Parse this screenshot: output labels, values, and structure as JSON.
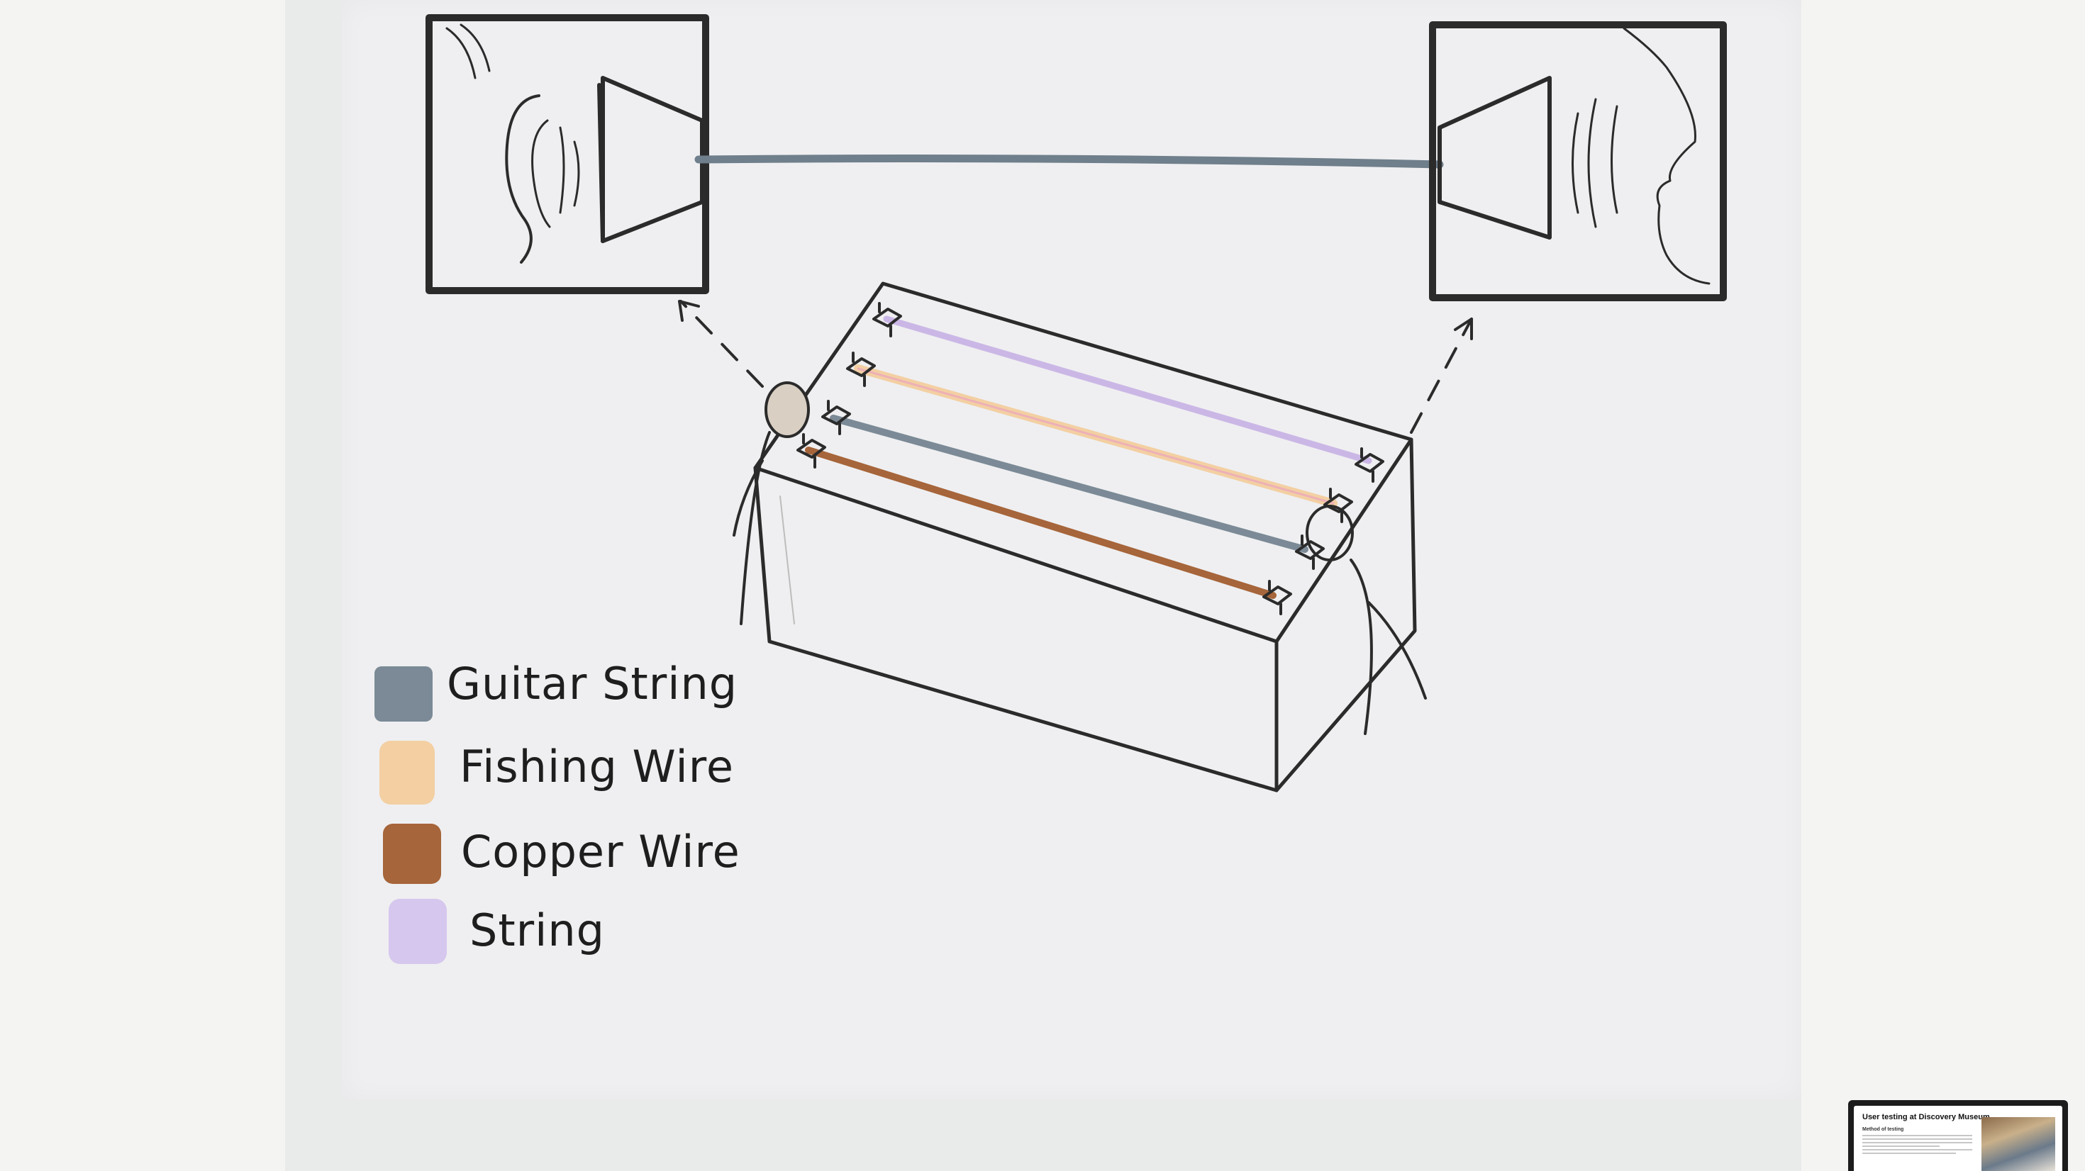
{
  "legend": {
    "items": [
      {
        "label": "Guitar String",
        "color": "#7b8a96"
      },
      {
        "label": "Fishing Wire",
        "color": "#f3cfa2"
      },
      {
        "label": "Copper Wire",
        "color": "#a6653a"
      },
      {
        "label": "String",
        "color": "#d6c7ee"
      }
    ]
  },
  "colors": {
    "ink": "#2b2b2b",
    "guitar_string": "#7b8a96",
    "fishing_wire": "#f3cfa2",
    "copper_wire": "#a6653a",
    "string": "#d6c7ee"
  },
  "thumbnail": {
    "title": "User testing at Discovery Museum",
    "subtitle": "Method of testing"
  }
}
